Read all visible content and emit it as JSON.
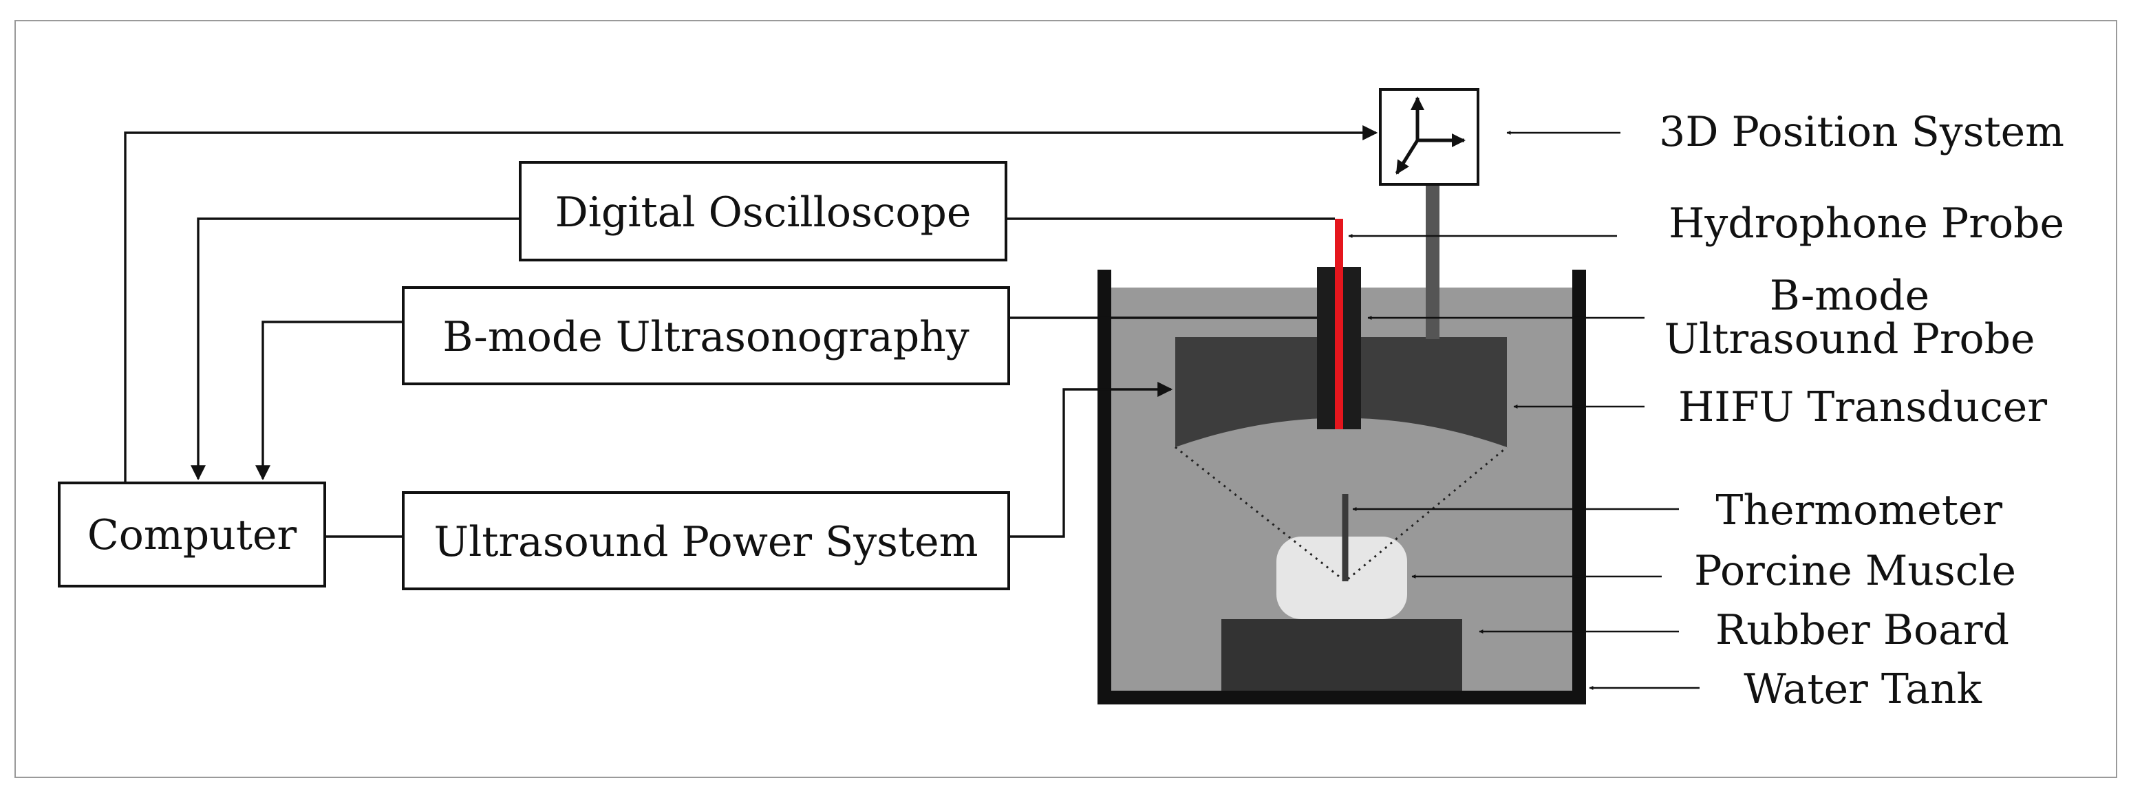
{
  "blocks": {
    "computer": "Computer",
    "oscilloscope": "Digital Oscilloscope",
    "bmode_system": "B-mode Ultrasonography",
    "power_system": "Ultrasound Power System"
  },
  "labels": {
    "position_system": "3D Position System",
    "hydrophone": "Hydrophone Probe",
    "bmode_probe_line1": "B-mode",
    "bmode_probe_line2": "Ultrasound Probe",
    "hifu": "HIFU Transducer",
    "thermometer": "Thermometer",
    "muscle": "Porcine Muscle",
    "rubber": "Rubber Board",
    "tank": "Water Tank"
  },
  "colors": {
    "water": "#999999",
    "transducer": "#3d3d3d",
    "probe": "#1c1c1c",
    "hydrophone": "#e5161d",
    "muscle": "#e6e6e6",
    "rubber_board": "#333333",
    "holder_rod": "#555555"
  },
  "icons": {
    "position_system": "xyz-axes-icon"
  }
}
